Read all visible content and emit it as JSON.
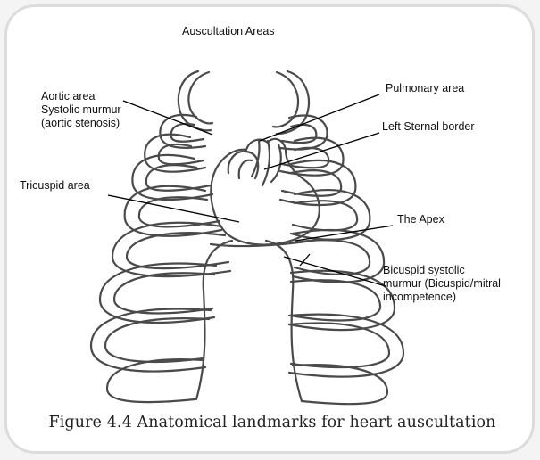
{
  "diagram": {
    "title": "Auscultation Areas",
    "labels": {
      "aortic": "Aortic area\nSystolic murmur\n(aortic stenosis)",
      "pulmonary": "Pulmonary area",
      "left_sternal": "Left Sternal border",
      "tricuspid": "Tricuspid area",
      "apex": "The Apex",
      "bicuspid": "Bicuspid systolic\nmurmur (Bicuspid/mitral\nincompetence)"
    },
    "caption": "Figure 4.4 Anatomical landmarks for heart auscultation"
  },
  "colors": {
    "outline": "#4a4a4a",
    "leader": "#000000",
    "frame": "#dcdcdc"
  }
}
